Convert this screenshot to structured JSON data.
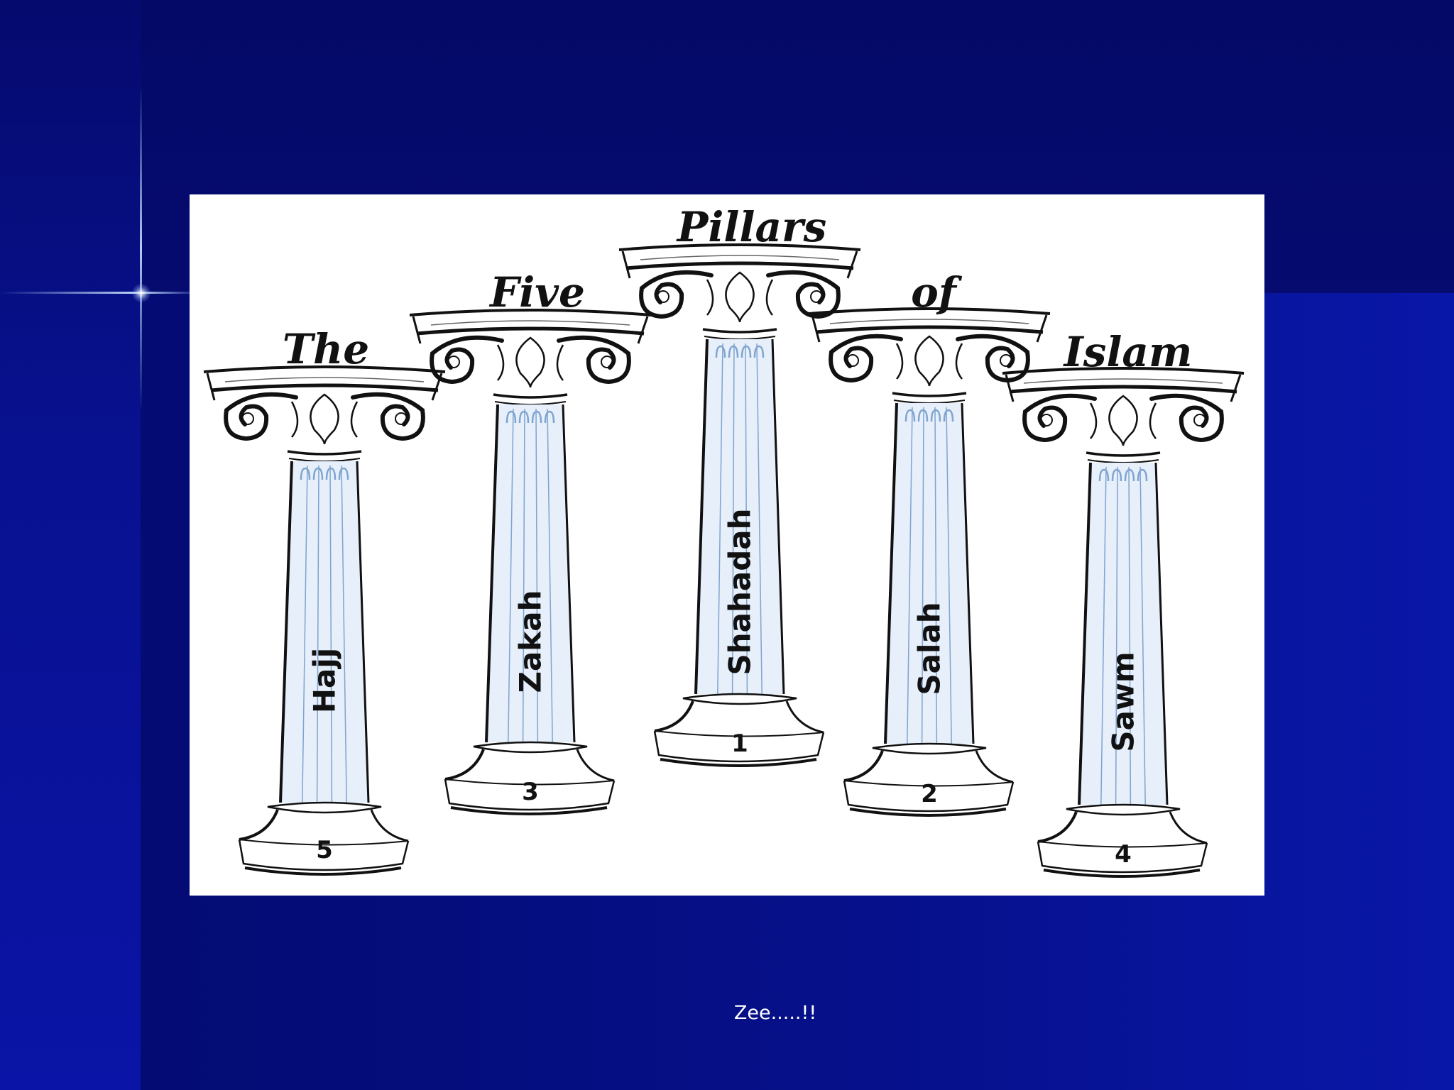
{
  "title_words": [
    "The",
    "Five",
    "Pillars",
    "of",
    "Islam"
  ],
  "pillars": [
    {
      "name": "Hajj",
      "number": "5"
    },
    {
      "name": "Zakah",
      "number": "3"
    },
    {
      "name": "Shahadah",
      "number": "1"
    },
    {
      "name": "Salah",
      "number": "2"
    },
    {
      "name": "Sawm",
      "number": "4"
    }
  ],
  "footer": {
    "caption": "Zee.....!!"
  },
  "colors": {
    "background": "#050a78",
    "panel": "#ffffff",
    "ink": "#111111",
    "shaft_tint": "#e6effa"
  }
}
